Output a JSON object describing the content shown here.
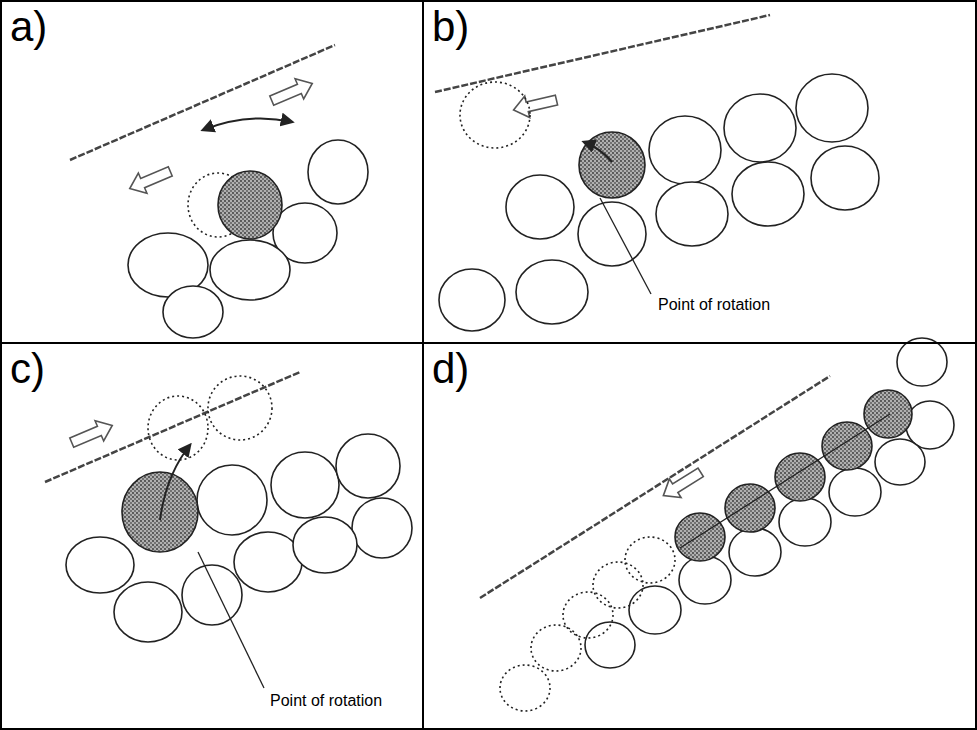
{
  "diagram": {
    "nodes": [
      {
        "text": [
          "a)"
        ]
      },
      {
        "text": [
          "b)",
          "Point of rotation"
        ]
      },
      {
        "text": [
          "c)",
          "Point of rotation"
        ]
      },
      {
        "text": [
          "d)"
        ]
      }
    ]
  }
}
